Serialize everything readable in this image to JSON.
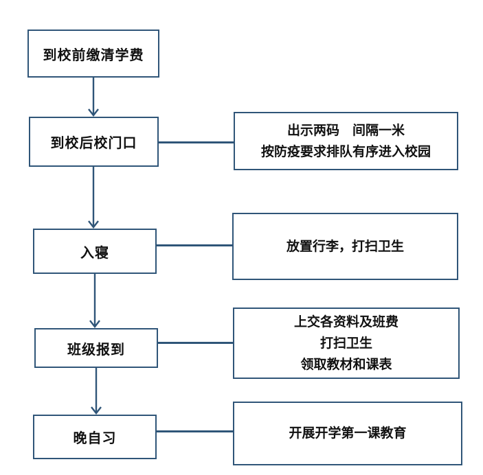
{
  "flowchart": {
    "accent_color": "#2f5578",
    "text_color": "#111111",
    "nodes": [
      "到校前缴清学费",
      "到校后校门口",
      "入寝",
      "班级报到",
      "晚自习"
    ],
    "details": [
      "出示两码　间隔一米\n按防疫要求排队有序进入校园",
      "放置行李，打扫卫生",
      "上交各资料及班费\n打扫卫生\n领取教材和课表",
      "开展开学第一课教育"
    ]
  }
}
